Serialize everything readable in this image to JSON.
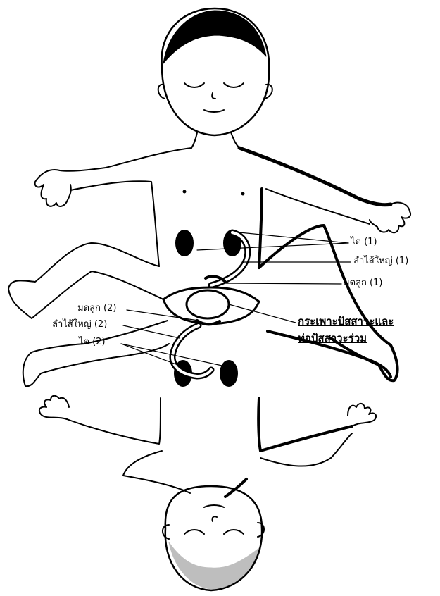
{
  "labels": {
    "kidney_1": "ไต (1)",
    "large_intestine_1": "ลำไส้ใหญ่ (1)",
    "uterus_1": "มดลูก (1)",
    "bladder_line1": "กระเพาะปัสสาวะและ",
    "bladder_line2": "ท่อปัสสาวะร่วม",
    "uterus_2": "มดลูก (2)",
    "large_intestine_2": "ลำไส้ใหญ่ (2)",
    "kidney_2": "ไต (2)"
  },
  "colors": {
    "ink": "#000000",
    "paper": "#ffffff"
  }
}
